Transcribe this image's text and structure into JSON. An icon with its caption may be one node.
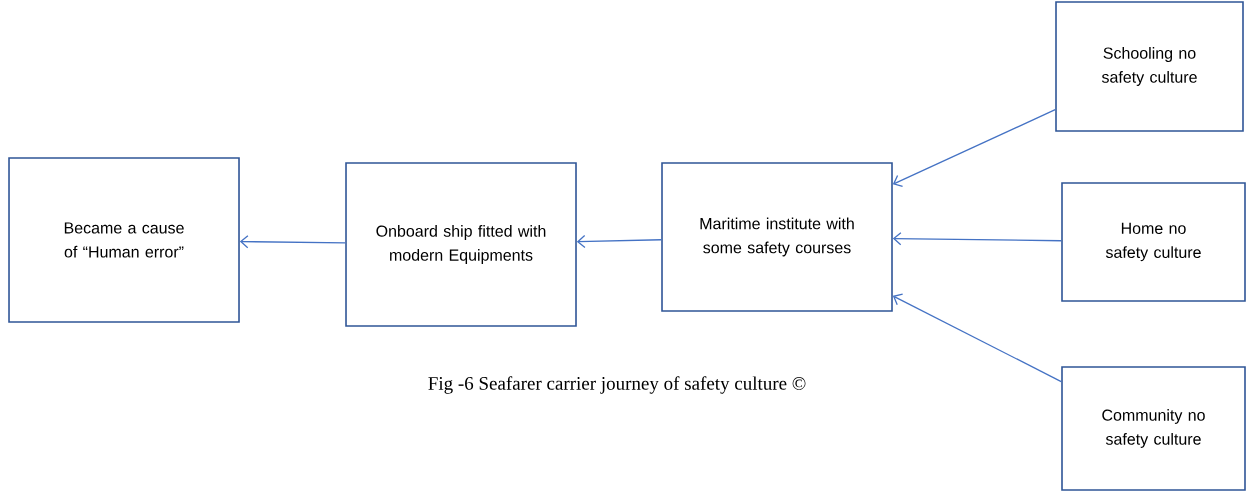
{
  "diagram": {
    "caption": "Fig -6 Seafarer carrier journey of safety culture ©",
    "nodes": [
      {
        "text": [
          "Became a cause of “Human error”"
        ]
      },
      {
        "text": [
          "Onboard ship fitted with modern Equipments"
        ]
      },
      {
        "text": [
          "Maritime institute with some safety courses"
        ]
      },
      {
        "text": [
          "Schooling no safety culture"
        ]
      },
      {
        "text": [
          "Home no safety culture"
        ]
      },
      {
        "text": [
          "Community no safety culture"
        ]
      }
    ],
    "edges": [
      {
        "from": 1,
        "to": 0,
        "arrow": "to"
      },
      {
        "from": 2,
        "to": 1,
        "arrow": "to"
      },
      {
        "from": 3,
        "to": 2,
        "arrow": "to"
      },
      {
        "from": 4,
        "to": 2,
        "arrow": "to"
      },
      {
        "from": 5,
        "to": 2,
        "arrow": "to"
      }
    ]
  }
}
